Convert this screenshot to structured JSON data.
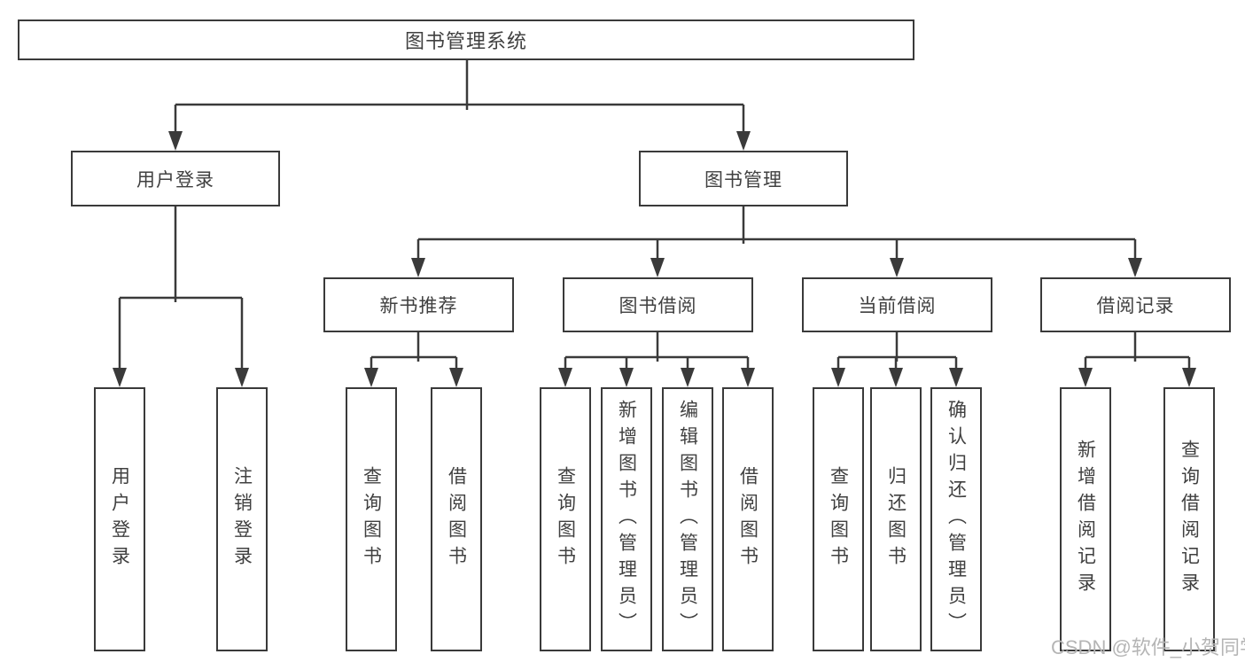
{
  "tree": {
    "root": {
      "label": "图书管理系统"
    },
    "children": [
      {
        "label": "用户登录",
        "children": [
          {
            "label": "用户登录"
          },
          {
            "label": "注销登录"
          }
        ]
      },
      {
        "label": "图书管理",
        "children": [
          {
            "label": "新书推荐",
            "children": [
              {
                "label": "查询图书"
              },
              {
                "label": "借阅图书"
              }
            ]
          },
          {
            "label": "图书借阅",
            "children": [
              {
                "label": "查询图书"
              },
              {
                "label": "新增图书（管理员）"
              },
              {
                "label": "编辑图书（管理员）"
              },
              {
                "label": "借阅图书"
              }
            ]
          },
          {
            "label": "当前借阅",
            "children": [
              {
                "label": "查询图书"
              },
              {
                "label": "归还图书"
              },
              {
                "label": "确认归还（管理员）"
              }
            ]
          },
          {
            "label": "借阅记录",
            "children": [
              {
                "label": "新增借阅记录"
              },
              {
                "label": "查询借阅记录"
              }
            ]
          }
        ]
      }
    ]
  },
  "watermark": {
    "text": "CSDN @软件_小贺同学"
  },
  "colors": {
    "line": "#3a3a3a",
    "box_border": "#3a3a3a",
    "text": "#404040",
    "watermark": "#b5b5b5",
    "background": "#ffffff"
  }
}
